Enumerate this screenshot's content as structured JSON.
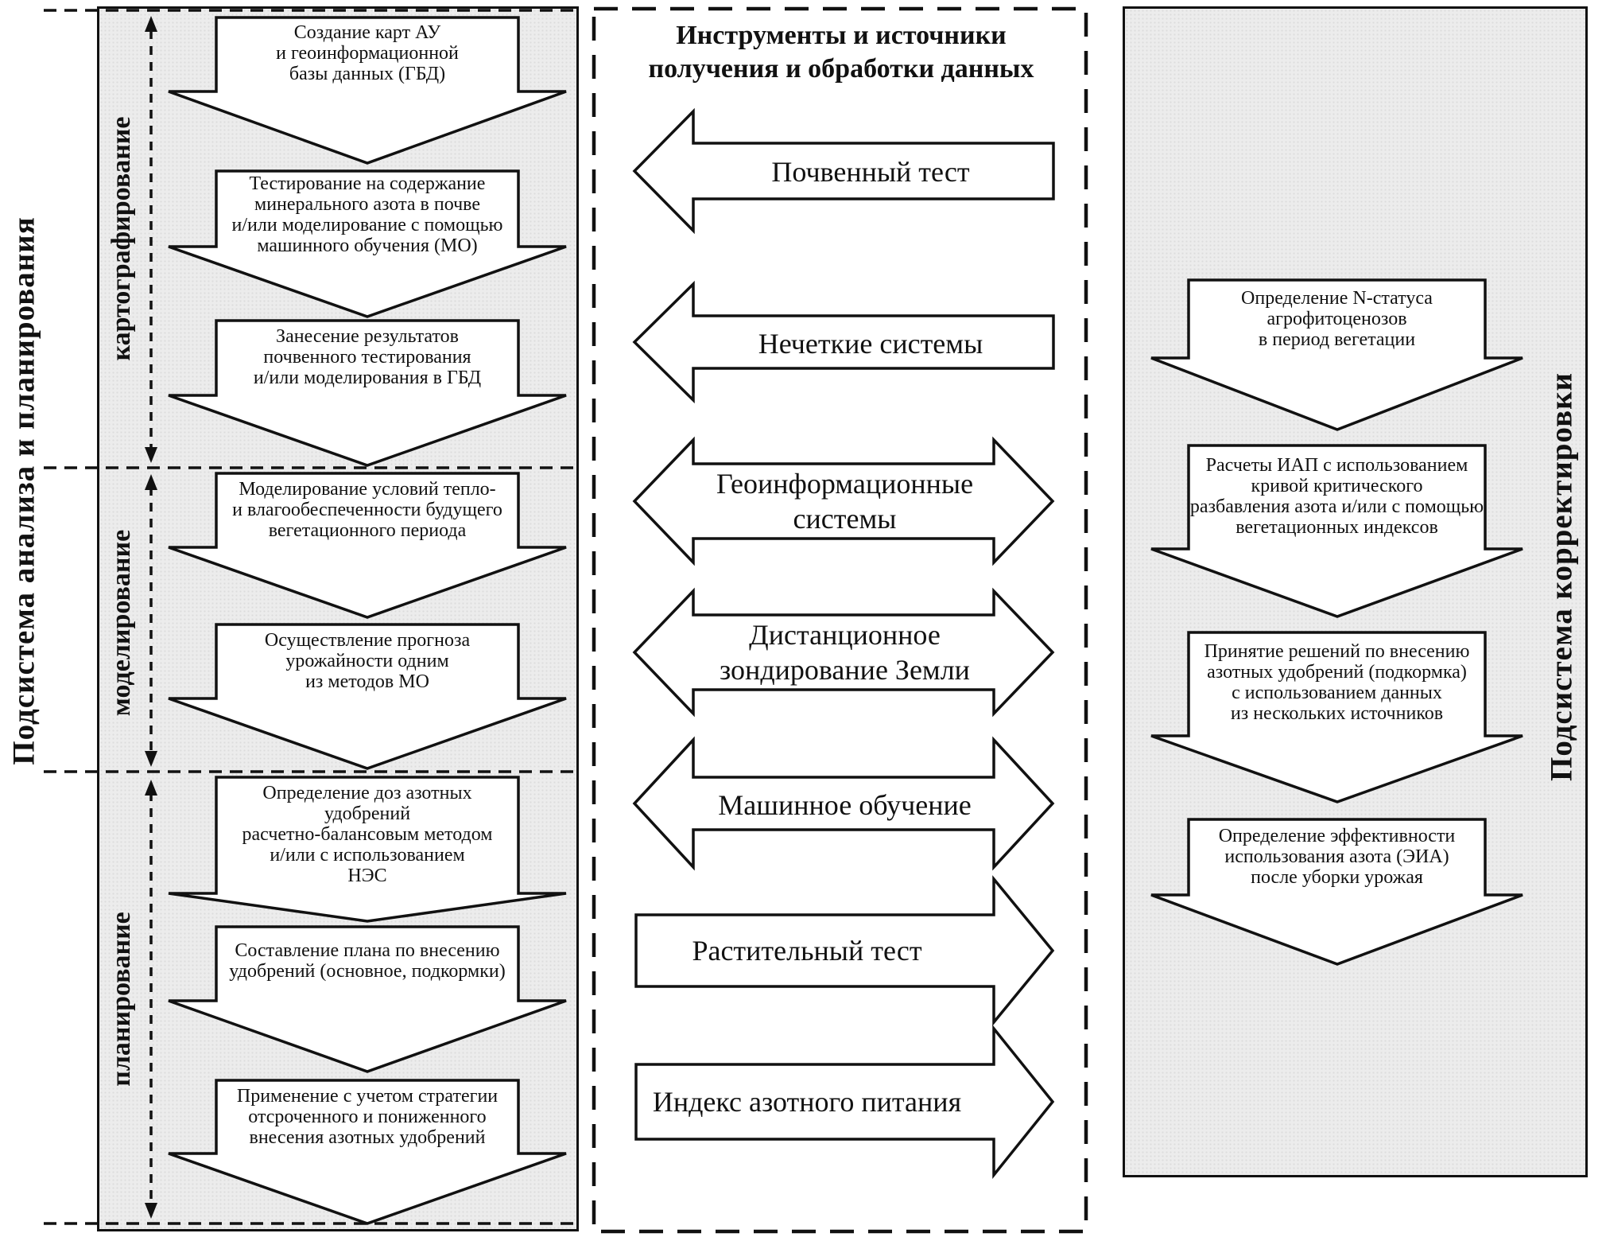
{
  "left_panel": {
    "title": "Подсистема анализа и планирования",
    "sections": [
      {
        "label": "картографирование"
      },
      {
        "label": "моделирование"
      },
      {
        "label": "планирование"
      }
    ],
    "blocks": [
      {
        "text": "Создание карт АУ\nи геоинформационной\nбазы данных (ГБД)"
      },
      {
        "text": "Тестирование на содержание\nминерального азота в почве\nи/или моделирование с помощью\nмашинного обучения (МО)"
      },
      {
        "text": "Занесение результатов\nпочвенного тестирования\nи/или моделирования в ГБД"
      },
      {
        "text": "Моделирование условий тепло-\nи влагообеспеченности будущего\nвегетационного периода"
      },
      {
        "text": "Осуществление прогноза\nурожайности одним\nиз методов МО"
      },
      {
        "text": "Определение доз азотных\nудобрений\nрасчетно-балансовым методом\nи/или с использованием\nНЭС"
      },
      {
        "text": "Составление плана по внесению\nудобрений (основное, подкормки)"
      },
      {
        "text": "Применение с учетом стратегии\nотсроченного и пониженного\nвнесения азотных удобрений"
      }
    ]
  },
  "middle_panel": {
    "title": "Инструменты и источники\nполучения и обработки данных",
    "arrows": [
      {
        "label": "Почвенный тест",
        "direction": "left"
      },
      {
        "label": "Нечеткие системы",
        "direction": "left"
      },
      {
        "label": "Геоинформационные\nсистемы",
        "direction": "both"
      },
      {
        "label": "Дистанционное\nзондирование Земли",
        "direction": "both"
      },
      {
        "label": "Машинное обучение",
        "direction": "both"
      },
      {
        "label": "Растительный тест",
        "direction": "right"
      },
      {
        "label": "Индекс азотного питания",
        "direction": "right"
      }
    ]
  },
  "right_panel": {
    "title": "Подсистема корректировки",
    "blocks": [
      {
        "text": "Определение N-статуса\nагрофитоценозов\nв период вегетации"
      },
      {
        "text": "Расчеты ИАП с использованием\nкривой критического\nразбавления азота и/или с помощью\nвегетационных индексов"
      },
      {
        "text": "Принятие решений по внесению\nазотных удобрений (подкормка)\nс использованием данных\nиз нескольких источников"
      },
      {
        "text": "Определение эффективности\nиспользования азота (ЭИА)\nпосле уборки урожая"
      }
    ]
  },
  "colors": {
    "stroke": "#111111",
    "panel_background": "#ececec",
    "arrow_fill": "#ffffff",
    "page_background": "#ffffff"
  }
}
